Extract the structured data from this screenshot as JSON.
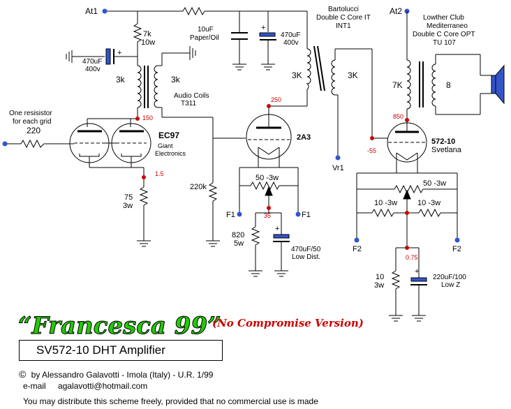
{
  "title": {
    "main": "“Francesca 99”",
    "sub": "(No Compromise Version)",
    "box": "SV572-10   DHT Amplifier"
  },
  "footer": {
    "copyright": "by Alessandro Galavotti - Imola (Italy) - U.R. 1/99",
    "email_label": "e-mail",
    "email": "agalavotti@hotmail.com",
    "note": "You may distribute this scheme freely, provided that no commercial use is made"
  },
  "labels": {
    "at1": "At1",
    "at2": "At2",
    "r7k": "7k",
    "r7k_w": "10w",
    "cap10": "10uF",
    "cap10_b": "Paper/Oil",
    "cap470a": "470uF",
    "cap470a_v": "400v",
    "cap470b": "470uF",
    "cap470b_v": "400v",
    "bart1": "Bartolucci",
    "bart2": "Double C Core IT",
    "bart3": "INT1",
    "low1": "Lowther Club",
    "low2": "Mediterraneo",
    "low3": "Double C Core OPT",
    "low4": "TU 107",
    "k3_left": "3k",
    "k3_right": "3k",
    "audio1": "Audio Coils",
    "audio2": "T311",
    "k3_int_l": "3K",
    "k3_int_r": "3K",
    "k7": "7K",
    "eight": "8",
    "grid1": "One resisistor",
    "grid2": "for each grid",
    "r220": "220",
    "ec97": "EC97",
    "giant1": "Giant",
    "giant2": "Electronics",
    "v150": "150",
    "v1_5": "1.5",
    "v250": "250",
    "v35": "35",
    "v850": "850",
    "vm55": "-55",
    "v075": "0.75",
    "r75": "75",
    "r75w": "3w",
    "r220k": "220k",
    "a2a3": "2A3",
    "r50a": "50  -3w",
    "f1a": "F1",
    "f1b": "F1",
    "r820": "820",
    "r820w": "5w",
    "c470_50": "470uF/50",
    "lowdist": "Low Dist.",
    "vr1": "Vr1",
    "t572": "572-10",
    "svet": "Svetlana",
    "r50b": "50  -3w",
    "r10a": "10  -3w",
    "r10b": "10  -3w",
    "f2a": "F2",
    "f2b": "F2",
    "r10c": "10",
    "r10cw": "3w",
    "c220": "220uF/100",
    "lowz": "Low Z"
  }
}
